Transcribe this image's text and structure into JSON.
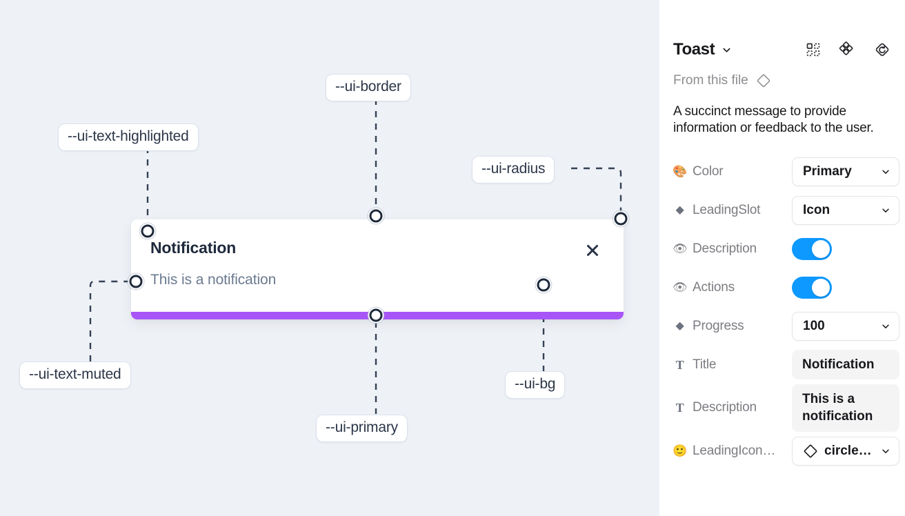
{
  "canvas": {
    "tokens": [
      {
        "id": "ui-text-highlighted",
        "label": "--ui-text-highlighted"
      },
      {
        "id": "ui-border",
        "label": "--ui-border"
      },
      {
        "id": "ui-radius",
        "label": "--ui-radius"
      },
      {
        "id": "ui-text-muted",
        "label": "--ui-text-muted"
      },
      {
        "id": "ui-primary",
        "label": "--ui-primary"
      },
      {
        "id": "ui-bg",
        "label": "--ui-bg"
      }
    ],
    "toast": {
      "title": "Notification",
      "description": "This is a notification",
      "close_icon": "close-icon",
      "progress_color": "#a855f7",
      "background": "#ffffff"
    },
    "background": "#eef1f6",
    "connector_color": "#334155"
  },
  "panel": {
    "title": "Toast",
    "title_caret_icon": "chevron-down-icon",
    "header_icons": [
      {
        "name": "component-set-icon"
      },
      {
        "name": "variants-icon"
      },
      {
        "name": "reset-instance-icon"
      }
    ],
    "from_file_label": "From this file",
    "from_file_icon": "diamond-icon",
    "description": "A succinct message to provide information or feedback to the user.",
    "properties": [
      {
        "icon": "palette-icon",
        "icon_glyph": "🎨",
        "label": "Color",
        "control": "select",
        "value": "Primary"
      },
      {
        "icon": "diamond-icon",
        "icon_glyph": "◆",
        "label": "LeadingSlot",
        "control": "select",
        "value": "Icon"
      },
      {
        "icon": "eye-icon",
        "icon_glyph": "👁",
        "label": "Description",
        "control": "toggle",
        "value": "on"
      },
      {
        "icon": "eye-icon",
        "icon_glyph": "👁",
        "label": "Actions",
        "control": "toggle",
        "value": "on"
      },
      {
        "icon": "diamond-icon",
        "icon_glyph": "◆",
        "label": "Progress",
        "control": "select",
        "value": "100"
      },
      {
        "icon": "text-icon",
        "icon_glyph": "T",
        "label": "Title",
        "control": "text",
        "value": "Notification"
      },
      {
        "icon": "text-icon",
        "icon_glyph": "T",
        "label": "Description",
        "control": "text",
        "value": "This is a notification"
      },
      {
        "icon": "emoji-icon",
        "icon_glyph": "🙂",
        "label": "LeadingIcon…",
        "control": "icon-select",
        "value": "circle…"
      }
    ],
    "accent_toggle_color": "#0d99ff"
  }
}
